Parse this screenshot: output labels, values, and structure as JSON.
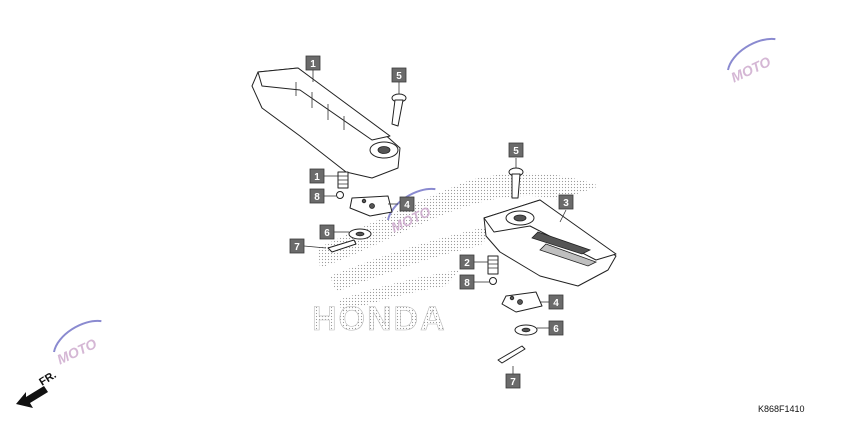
{
  "diagram": {
    "callouts": [
      "1",
      "2",
      "3",
      "4",
      "5",
      "6",
      "7",
      "8",
      "1",
      "8",
      "4",
      "6",
      "7",
      "5"
    ],
    "direction_label": "FR.",
    "watermark_brand": "HONDA",
    "watermark_logo": "MOTO",
    "drawing_code": "K868F1410",
    "icons": [
      "direction-arrow-icon",
      "honda-wing-logo",
      "moto-watermark-logo"
    ],
    "colors": {
      "callout_fill": "#6b6b6b",
      "watermark_pink": "#c7a0c7",
      "watermark_blue": "#8a8ad0",
      "line": "#222222"
    }
  }
}
